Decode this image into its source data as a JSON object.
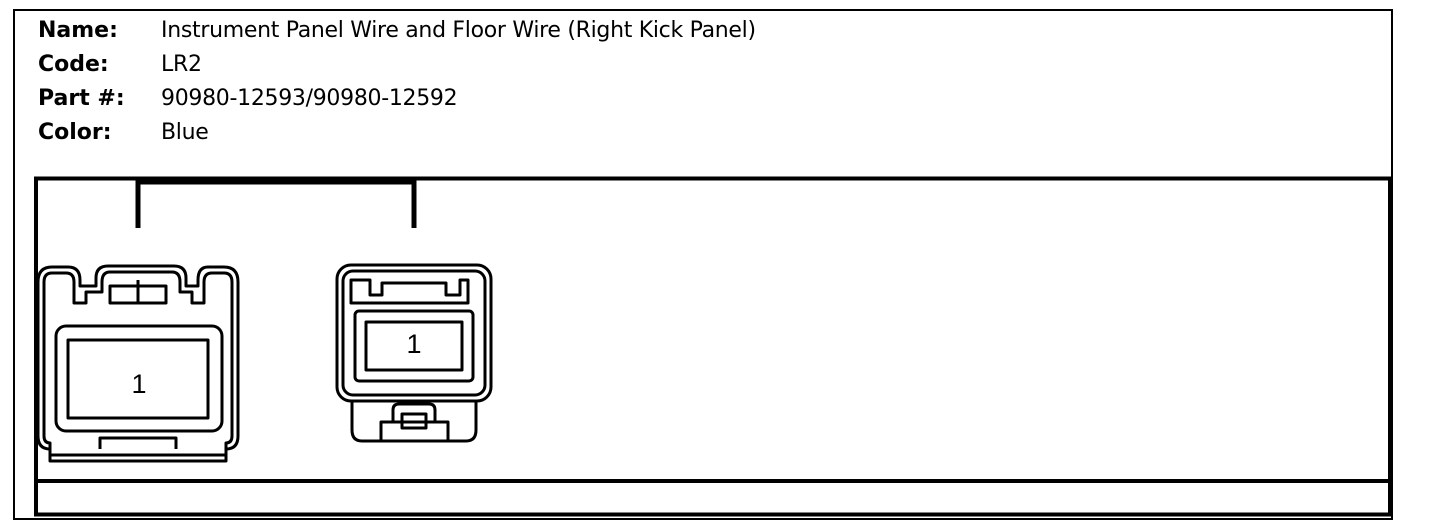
{
  "connector": {
    "name_label": "Name:",
    "name_value": "Instrument Panel Wire and Floor Wire (Right Kick Panel)",
    "code_label": "Code:",
    "code_value": "LR2",
    "part_label": "Part #:",
    "part_value": "90980-12593/90980-12592",
    "color_label": "Color:",
    "color_value": "Blue"
  },
  "diagram": {
    "left_connector_pin": "1",
    "right_connector_pin": "1"
  }
}
